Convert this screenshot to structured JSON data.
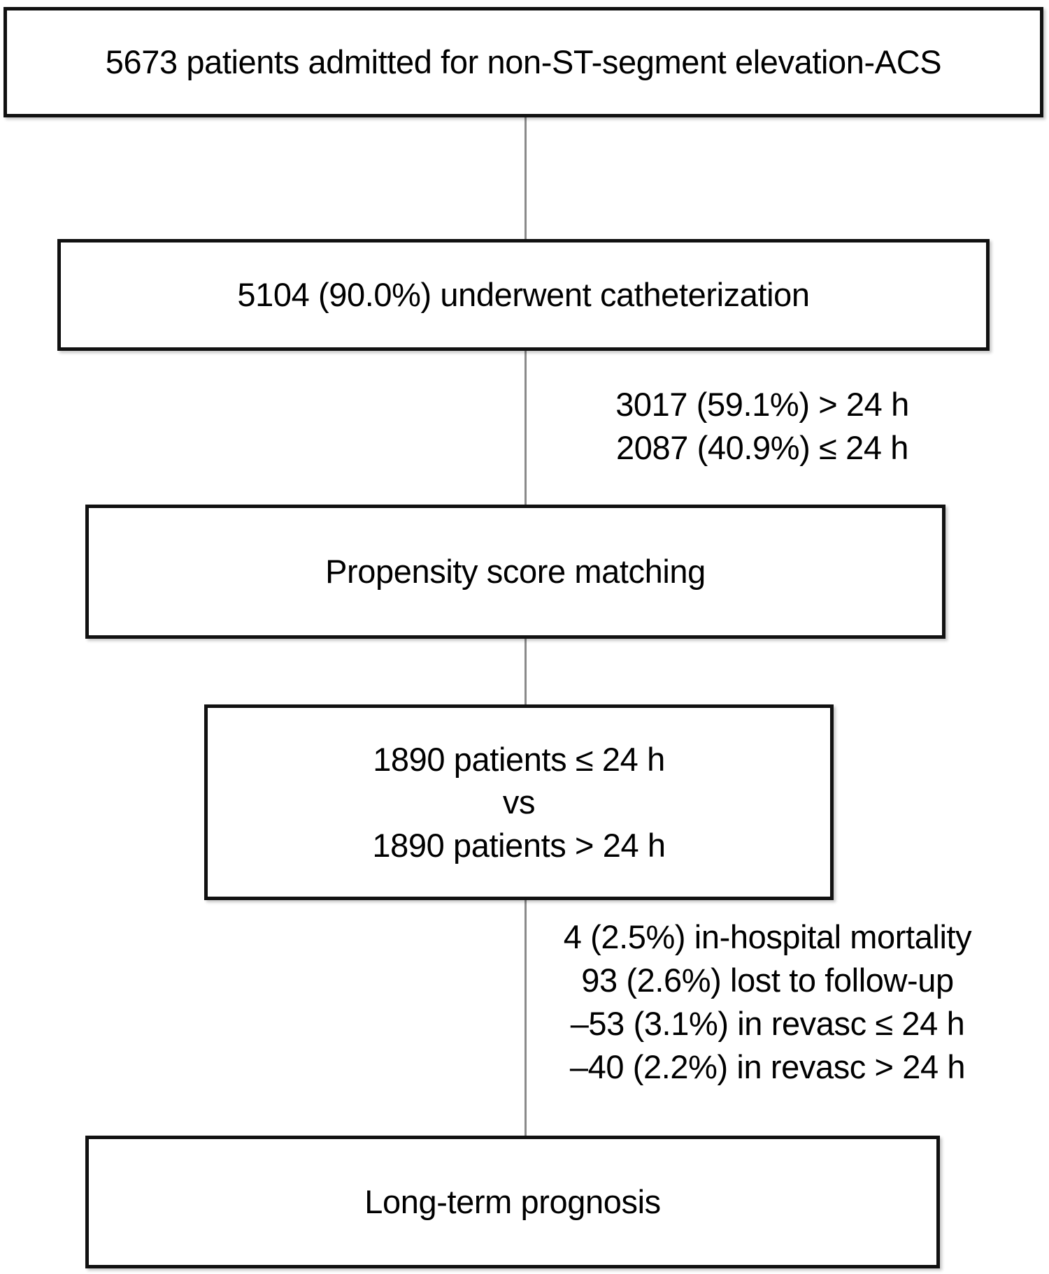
{
  "diagram": {
    "title": "Patient flow diagram for non-ST-segment elevation ACS catheterization timing study",
    "line_color": "#8a8a8a",
    "box_border_color": "#111111",
    "background_color": "#ffffff",
    "text_color": "#000000"
  },
  "nodes": {
    "admitted": {
      "label": "5673 patients admitted for non-ST-segment elevation-ACS",
      "count": 5673
    },
    "catheterization": {
      "label": "5104 (90.0%) underwent catheterization",
      "count": 5104,
      "percent": "90.0%"
    },
    "propensity": {
      "label": "Propensity score matching"
    },
    "matched": {
      "label": "1890 patients ≤ 24 h\nvs\n1890 patients > 24 h",
      "line1": "1890 patients ≤ 24 h",
      "line2": "vs",
      "line3": "1890 patients > 24 h",
      "count_each": 1890
    },
    "prognosis": {
      "label": "Long-term prognosis"
    }
  },
  "annotations": {
    "timing_split": {
      "label": "3017 (59.1%) > 24 h\n2087 (40.9%) ≤ 24 h",
      "lines": [
        "3017 (59.1%) > 24 h",
        "2087 (40.9%) ≤ 24 h"
      ]
    },
    "losses": {
      "label": "4 (2.5%) in-hospital mortality\n93 (2.6%) lost to follow-up\n–53 (3.1%) in revasc ≤ 24 h\n–40 (2.2%) in revasc > 24 h",
      "lines": [
        "4 (2.5%) in-hospital mortality",
        "93 (2.6%) lost to follow-up",
        "–53 (3.1%) in revasc ≤ 24 h",
        "–40 (2.2%) in revasc > 24 h"
      ]
    }
  }
}
